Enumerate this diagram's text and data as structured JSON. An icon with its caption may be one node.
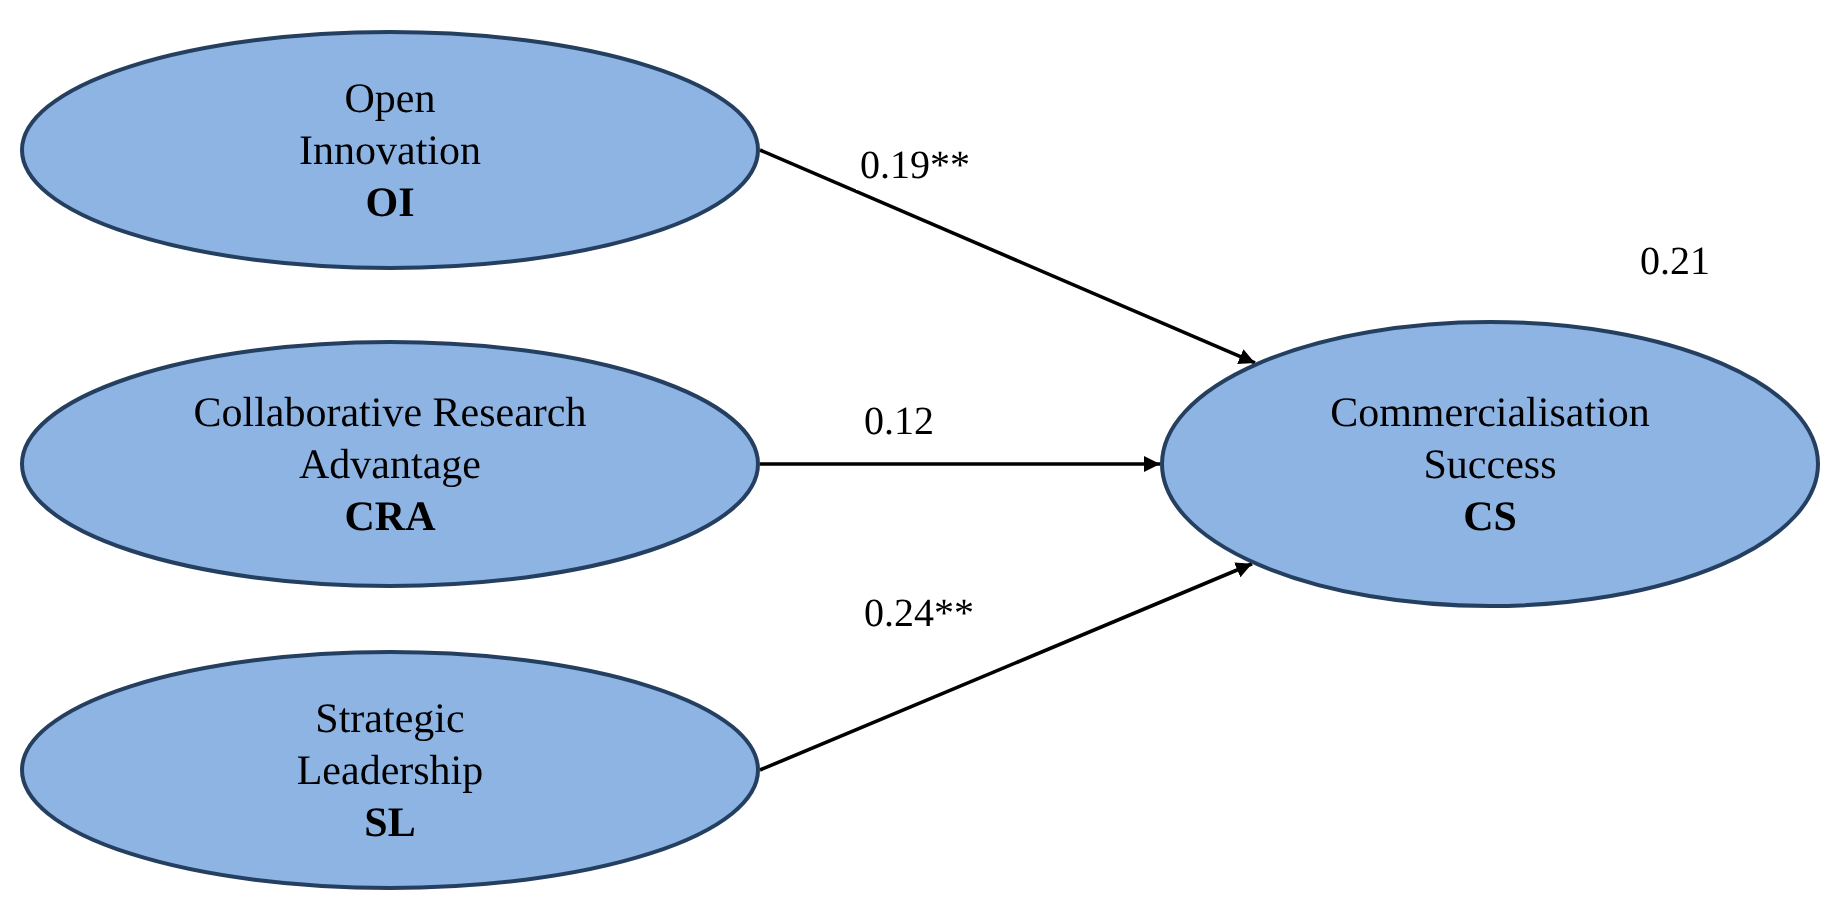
{
  "diagram": {
    "nodes": [
      {
        "text": [
          "Open Innovation",
          "OI"
        ]
      },
      {
        "text": [
          "Collaborative Research Advantage",
          "CRA"
        ]
      },
      {
        "text": [
          "Strategic Leadership",
          "SL"
        ]
      },
      {
        "text": [
          "Commercialisation Success",
          "CS"
        ],
        "beside": [
          "0.21"
        ]
      }
    ],
    "edges": [
      {
        "from": 0,
        "to": 3,
        "arrow": "to",
        "label": "0.19**"
      },
      {
        "from": 1,
        "to": 3,
        "arrow": "to",
        "label": "0.12"
      },
      {
        "from": 2,
        "to": 3,
        "arrow": "to",
        "label": "0.24**"
      }
    ]
  }
}
